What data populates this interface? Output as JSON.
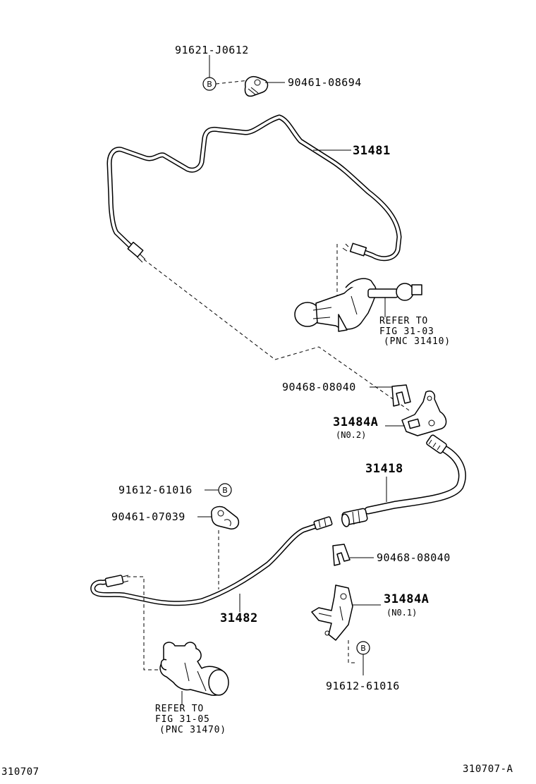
{
  "labels": {
    "bolt_top": "91621-J0612",
    "clamp_top": "90461-08694",
    "tube_upper": "31481",
    "refer_upper_1": "REFER TO",
    "refer_upper_2": "FIG 31-03",
    "refer_upper_3": "(PNC 31410)",
    "clip_upper": "90468-08040",
    "bracket_no2": "31484A",
    "bracket_no2_sub": "(N0.2)",
    "hose": "31418",
    "bolt_mid": "91612-61016",
    "clamp_mid": "90461-07039",
    "clip_lower": "90468-08040",
    "bracket_no1": "31484A",
    "bracket_no1_sub": "(N0.1)",
    "tube_lower": "31482",
    "bolt_bottom": "91612-61016",
    "refer_lower_1": "REFER TO",
    "refer_lower_2": "FIG 31-05",
    "refer_lower_3": "(PNC 31470)",
    "corner_left": "310707",
    "corner_right": "310707-A"
  },
  "callout_marker": "B",
  "colors": {
    "ink": "#000000",
    "paper": "#ffffff"
  }
}
